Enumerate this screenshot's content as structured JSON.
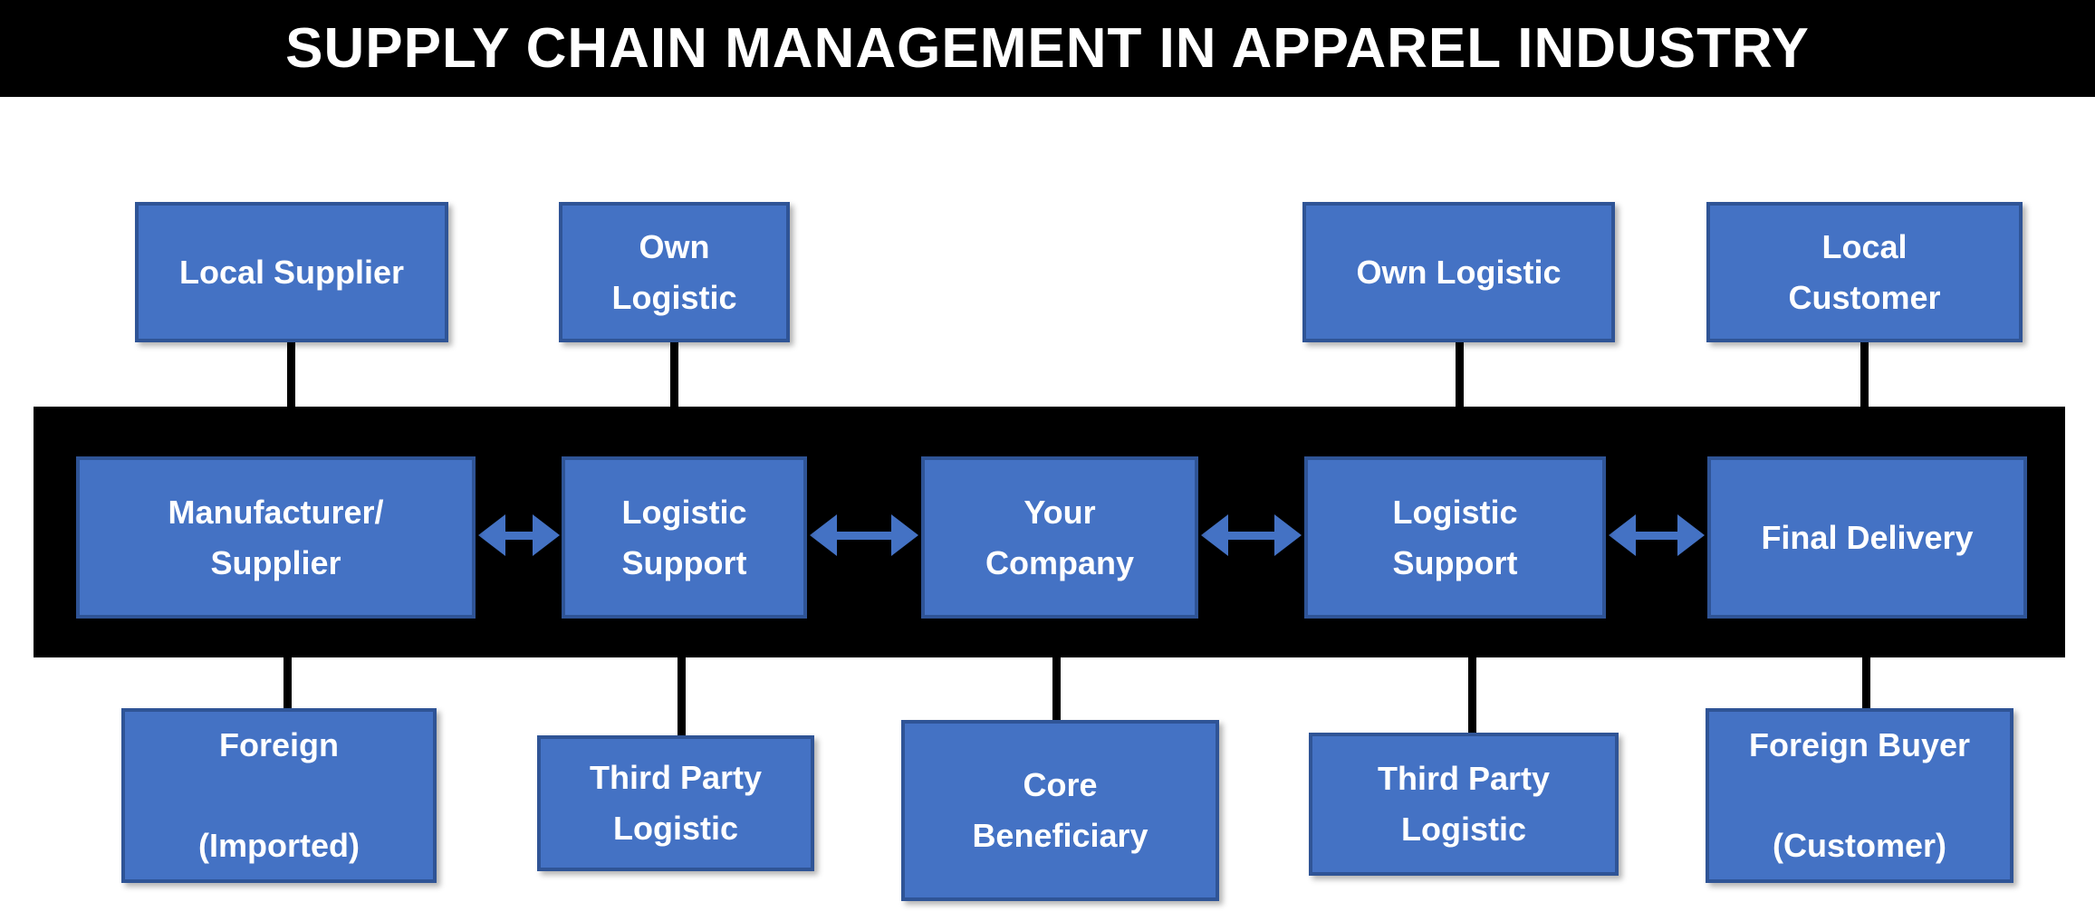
{
  "title": "SUPPLY CHAIN MANAGEMENT IN APPAREL INDUSTRY",
  "colors": {
    "node_fill": "#4472C4",
    "node_border": "#2F5496",
    "band_background": "#000000",
    "node_text": "#FFFFFF",
    "arrow": "#4472C4",
    "connector": "#000000",
    "page_background": "#FFFFFF"
  },
  "nodes": {
    "top": [
      {
        "label": "Local Supplier"
      },
      {
        "label": "Own\nLogistic"
      },
      {
        "label": "Own Logistic"
      },
      {
        "label": "Local\nCustomer"
      }
    ],
    "middle": [
      {
        "label": "Manufacturer/\nSupplier"
      },
      {
        "label": "Logistic\nSupport"
      },
      {
        "label": "Your\nCompany"
      },
      {
        "label": "Logistic\nSupport"
      },
      {
        "label": "Final Delivery"
      }
    ],
    "bottom": [
      {
        "label": "Foreign\n\n(Imported)"
      },
      {
        "label": "Third Party\nLogistic"
      },
      {
        "label": "Core\nBeneficiary"
      },
      {
        "label": "Third Party\nLogistic"
      },
      {
        "label": "Foreign Buyer\n\n(Customer)"
      }
    ]
  }
}
